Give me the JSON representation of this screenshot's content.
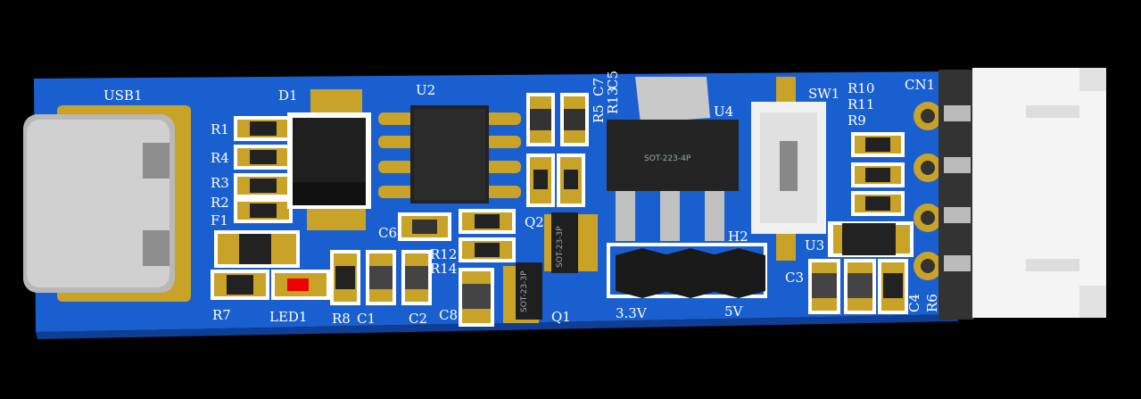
{
  "board": {
    "pcb_color": "#1a5fd0",
    "silk_color": "#ffffff",
    "pad_color": "#c8a000"
  },
  "labels": {
    "usb1": "USB1",
    "d1": "D1",
    "u2": "U2",
    "r1": "R1",
    "r4": "R4",
    "r3": "R3",
    "r2": "R2",
    "f1": "F1",
    "r7": "R7",
    "led1": "LED1",
    "r8": "R8",
    "c1": "C1",
    "c2": "C2",
    "c6": "C6",
    "r12": "R12",
    "r14": "R14",
    "c8": "C8",
    "q1": "Q1",
    "q2": "Q2",
    "r5": "R5",
    "r13": "R13",
    "c7": "C7",
    "c5": "C5",
    "u4": "U4",
    "u4_pkg": "SOT-223-4P",
    "q2_pkg": "SOT-23-3P",
    "q1_pkg": "SOT-23-3P",
    "h2": "H2",
    "v33": "3.3V",
    "v5": "5V",
    "sw1": "SW1",
    "r10": "R10",
    "r11": "R11",
    "r9": "R9",
    "cn1": "CN1",
    "u3": "U3",
    "c3": "C3",
    "c4": "C4",
    "r6": "R6"
  }
}
